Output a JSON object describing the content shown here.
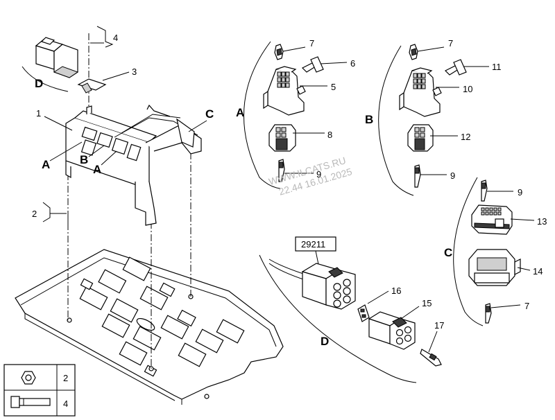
{
  "part_labels": {
    "p1": "1",
    "p2": "2",
    "p3": "3",
    "p4": "4",
    "p5": "5",
    "p6": "6",
    "p7a": "7",
    "p7b": "7",
    "p7c": "7",
    "p8": "8",
    "p9a": "9",
    "p9b": "9",
    "p9c": "9",
    "p10": "10",
    "p11": "11",
    "p12": "12",
    "p13": "13",
    "p14": "14",
    "p15": "15",
    "p16": "16",
    "p17": "17"
  },
  "group_labels": {
    "A1": "A",
    "A2": "A",
    "A3": "A",
    "B1": "B",
    "B2": "B",
    "C1": "C",
    "C2": "C",
    "D1": "D",
    "D2": "D"
  },
  "reference_box": "29211",
  "watermark": {
    "line1": "WWW.ILCATS.RU",
    "line2": "22.44 16.01.2025"
  },
  "legend": {
    "row1": "2",
    "row2": "4",
    "icons": [
      "hex-nut-icon",
      "bolt-icon"
    ]
  }
}
